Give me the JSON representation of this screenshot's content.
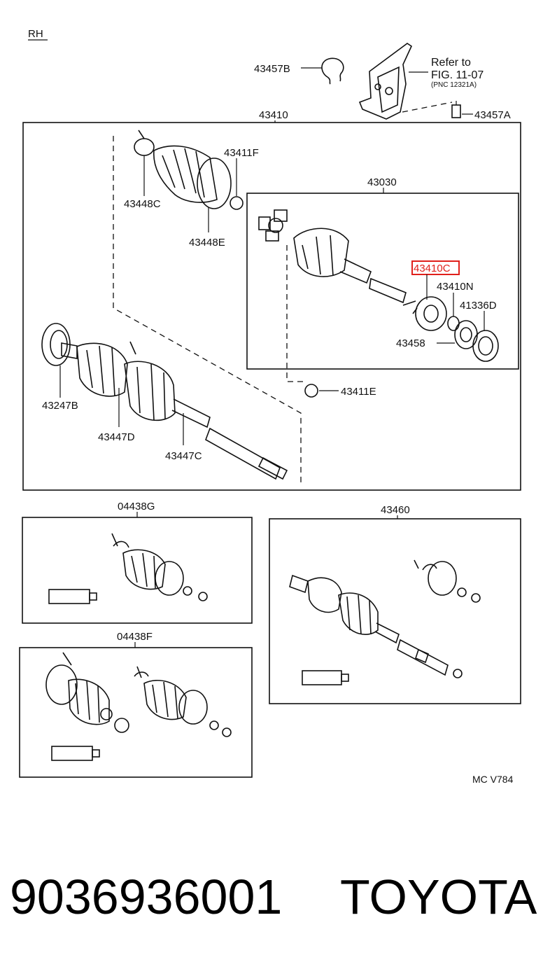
{
  "side_label": "RH",
  "labels": {
    "p43457B": "43457B",
    "refer_to": "Refer to",
    "fig_ref": "FIG. 11-07",
    "pnc_ref": "(PNC 12321A)",
    "p43457A": "43457A",
    "p43410": "43410",
    "p43411F": "43411F",
    "p43448C": "43448C",
    "p43448E": "43448E",
    "p43030": "43030",
    "p43410C": "43410C",
    "p43410N": "43410N",
    "p41336D": "41336D",
    "p43458": "43458",
    "p43411E": "43411E",
    "p43247B": "43247B",
    "p43447D": "43447D",
    "p43447C": "43447C",
    "p04438G": "04438G",
    "p43460": "43460",
    "p04438F": "04438F"
  },
  "highlighted_part": "43410C",
  "highlight_color": "#e0201b",
  "diagram_code": "MC V784",
  "footer": {
    "part_number": "9036936001",
    "brand": "TOYOTA"
  }
}
